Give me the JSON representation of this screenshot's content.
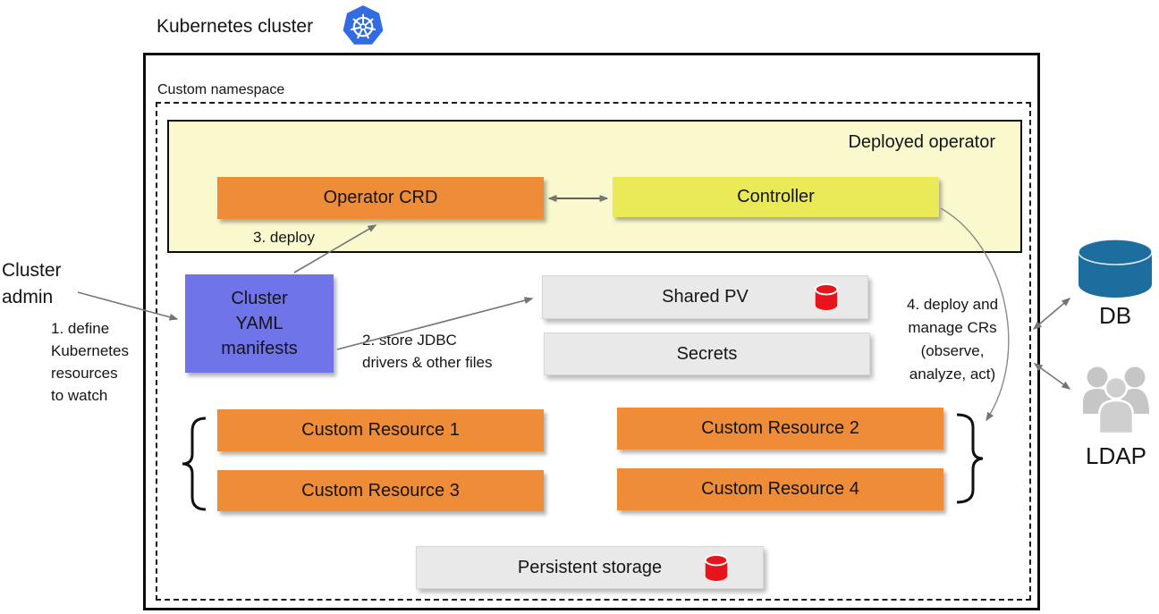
{
  "title": "Kubernetes cluster",
  "cluster": {
    "namespace_label": "Custom namespace",
    "operator": {
      "label": "Deployed operator",
      "crd_label": "Operator CRD",
      "controller_label": "Controller"
    },
    "yaml_box": "Cluster\nYAML\nmanifests",
    "shared_pv_label": "Shared PV",
    "secrets_label": "Secrets",
    "custom_resources": [
      "Custom Resource 1",
      "Custom Resource 2",
      "Custom Resource 3",
      "Custom Resource 4"
    ],
    "persistent_storage_label": "Persistent storage"
  },
  "annotations": {
    "admin": "Cluster\nadmin",
    "step1": "1. define\nKubernetes\nresources\nto watch",
    "step2": "2. store JDBC\ndrivers & other files",
    "step3": "3. deploy",
    "step4": "4. deploy and\nmanage CRs\n(observe,\nanalyze, act)"
  },
  "external": {
    "db_label": "DB",
    "ldap_label": "LDAP"
  },
  "icons": {
    "kubernetes_logo": "kubernetes-helm-wheel",
    "shared_pv_icon": "red-database-cylinder",
    "persistent_storage_icon": "red-database-cylinder",
    "db_icon": "blue-database-cylinder",
    "ldap_icon": "user-group"
  },
  "colors": {
    "orange_box": "#ee8c38",
    "operator_panel": "#f9f9cd",
    "controller_box": "#eaea58",
    "yaml_box": "#6f74e8",
    "gray_box": "#e9e9e9",
    "storage_red": "#e8141c",
    "db_teal": "#1d6d9e",
    "kubernetes_blue": "#326ce5",
    "ldap_gray": "#c6c6c6",
    "arrow_gray": "#757575"
  }
}
